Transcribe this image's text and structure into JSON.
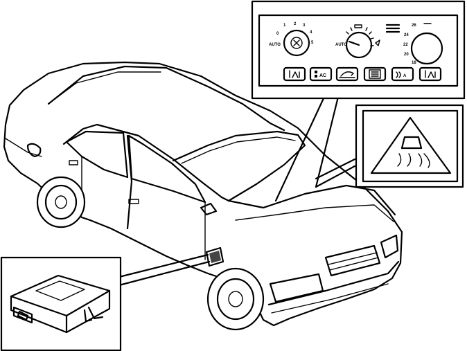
{
  "climate_panel": {
    "fan_dial": {
      "auto_label": "AUTO",
      "scale": [
        "0",
        "1",
        "2",
        "3",
        "4",
        "5"
      ]
    },
    "mode_dial": {
      "auto_label": "AUTO"
    },
    "temp_dial": {
      "scale": [
        "26",
        "24",
        "22",
        "20",
        "18"
      ]
    },
    "ac_button_label": "AC",
    "buttons": [
      {
        "icon": "seat-heater-icon"
      },
      {
        "icon": "ac-icon"
      },
      {
        "icon": "recirculation-icon"
      },
      {
        "icon": "rear-defrost-icon"
      },
      {
        "icon": "recirc-auto-icon"
      },
      {
        "icon": "seat-heater-icon"
      }
    ]
  },
  "callouts": [
    {
      "icon": "traction-warning-triangle-icon"
    },
    {
      "icon": "control-module-icon"
    }
  ]
}
